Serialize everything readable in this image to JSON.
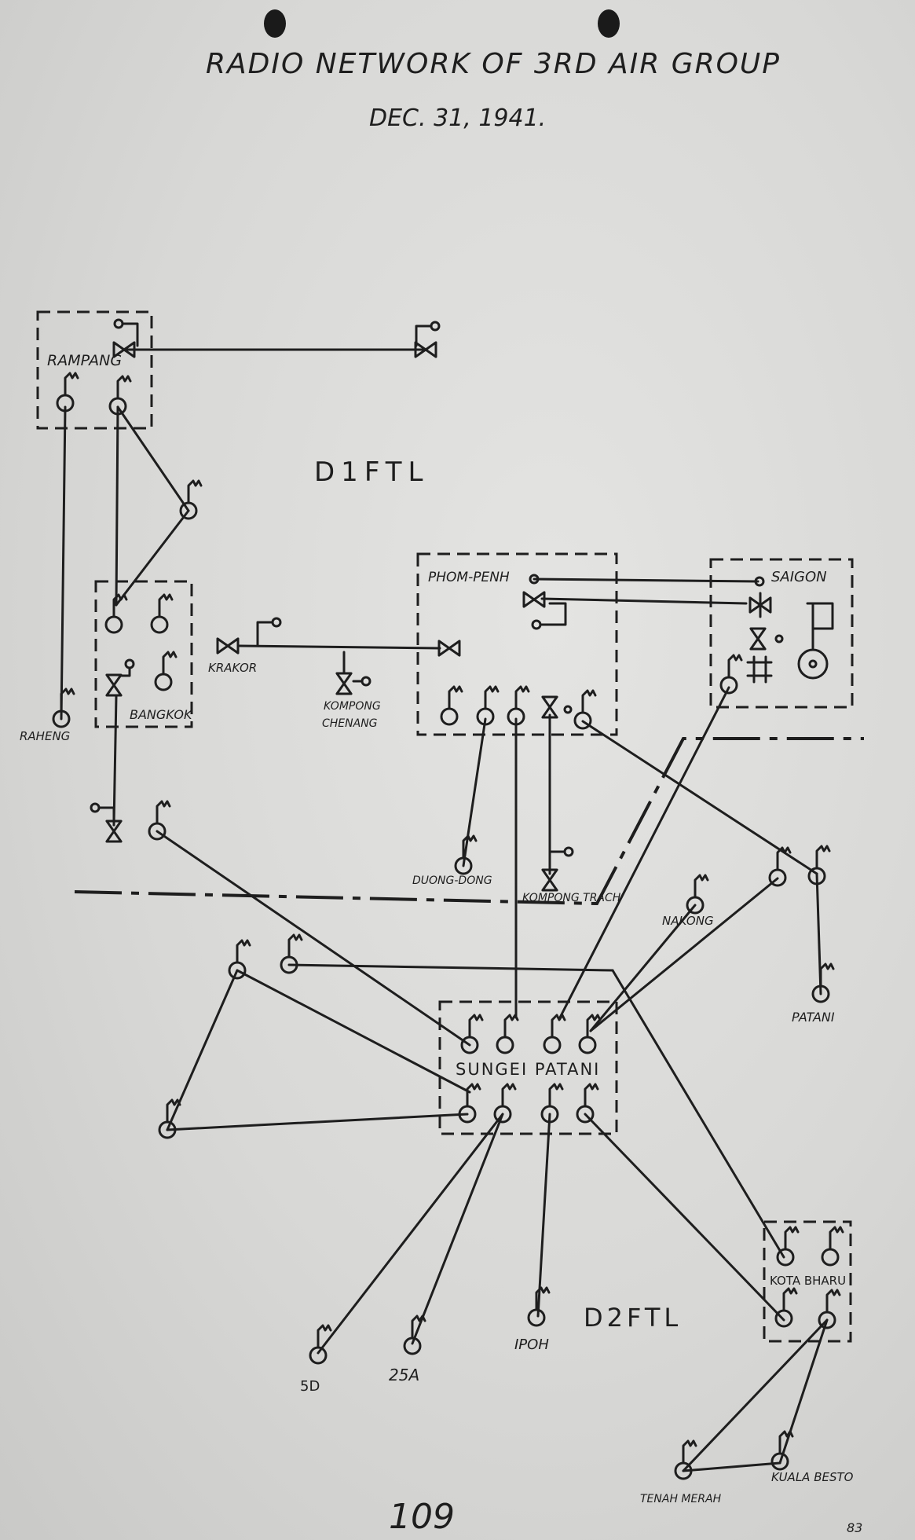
{
  "title": "RADIO NETWORK OF 3RD AIR GROUP",
  "date": "DEC. 31, 1941.",
  "regions": {
    "d1": "D1FTL",
    "d2": "D2FTL"
  },
  "stations": {
    "rampang": "RAMPANG",
    "raheng": "RAHENG",
    "bangkok": "BANGKOK",
    "krakor": "KRAKOR",
    "kompong_chenang": "KOMPONG\nCHENANG",
    "phnom_penh": "PHOM-PENH",
    "saigon": "SAIGON",
    "duong_dong": "DUONG-DONG",
    "kompong_trach": "KOMPONG TRACH",
    "nakong": "NAKONG",
    "patani": "PATANI",
    "sungei_patani": "SUNGEI  PATANI",
    "kota_bharu": "KOTA BHARU",
    "d5": "5D",
    "a25": "25A",
    "ipoh": "IPOH",
    "tenah_merah": "TENAH MERAH",
    "kuala_besto": "KUALA BESTO"
  },
  "page_number": "109",
  "corner_note": "83"
}
